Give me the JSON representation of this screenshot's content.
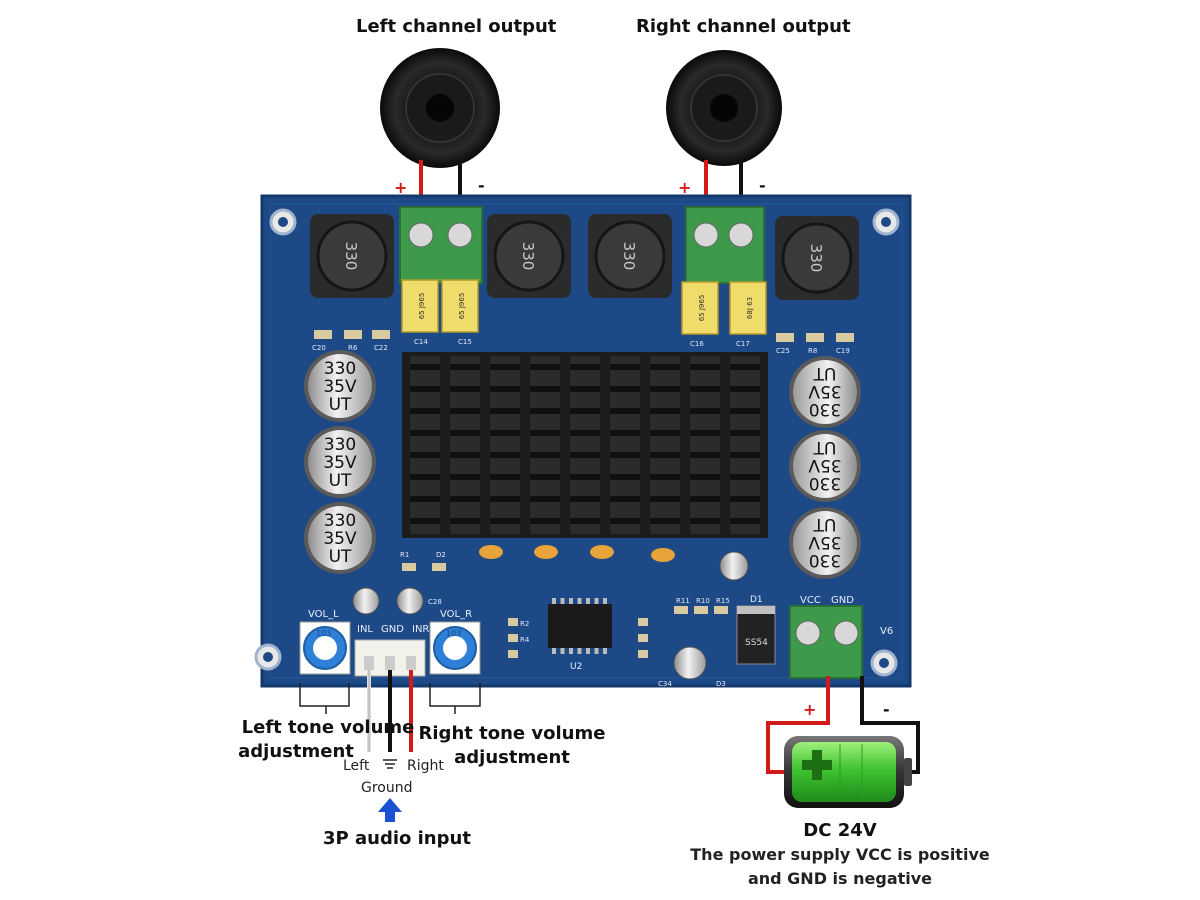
{
  "labels": {
    "left_output": "Left channel output",
    "right_output": "Right channel output",
    "left_tone": "Left tone volume adjustment",
    "left_tone_line1": "Left tone volume",
    "left_tone_line2": "adjustment",
    "right_tone_line1": "Right tone volume",
    "right_tone_line2": "adjustment",
    "audio_input": "3P audio input",
    "in_left": "Left",
    "in_right": "Right",
    "in_ground": "Ground",
    "power_title": "DC 24V",
    "power_line1": "The power supply VCC is positive",
    "power_line2": "and GND is negative"
  },
  "polarity": {
    "plus": "+",
    "minus": "-"
  },
  "board": {
    "capacitor_top": "330",
    "capacitor_mid": "35V",
    "capacitor_bot": "UT",
    "inductor": "330",
    "yellow_cap": "65 J965",
    "yellow_cap_alt": "68J 63",
    "vol_l": "VOL_L",
    "vol_r": "VOL_R",
    "pot_code": "103",
    "vcc": "VCC",
    "gnd": "GND",
    "header_l": "INL",
    "header_gnd": "GND",
    "header_r": "INR",
    "v6": "V6",
    "chip": "U2",
    "diode": "D1",
    "diode_code": "SS54",
    "refs": [
      "C14",
      "C15",
      "C16",
      "C17",
      "C20",
      "R6",
      "C22",
      "C25",
      "R8",
      "C19",
      "R1",
      "D2",
      "C28",
      "R11",
      "R10",
      "R15",
      "C34",
      "D3",
      "R2",
      "R4"
    ]
  },
  "colors": {
    "board": "#1d4a86",
    "board_edge": "#14386a",
    "terminal": "#3d9a4a",
    "heatsink": "#1c1c1c",
    "wire_red": "#d11a1a",
    "wire_black": "#111111",
    "battery_green": "#3fc431",
    "arrow_blue": "#1a4fd6"
  }
}
